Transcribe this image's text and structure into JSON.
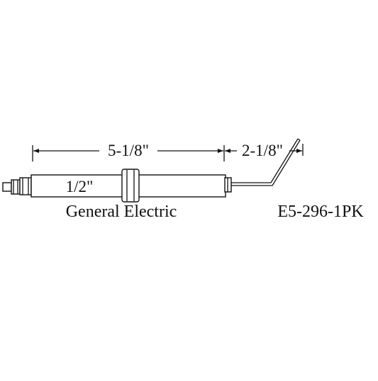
{
  "drawing": {
    "dim_overall_length": "5-1/8\"",
    "dim_tip_length": "2-1/8\"",
    "dim_diameter": "1/2\"",
    "manufacturer": "General Electric",
    "part_number": "E5-296-1PK"
  }
}
